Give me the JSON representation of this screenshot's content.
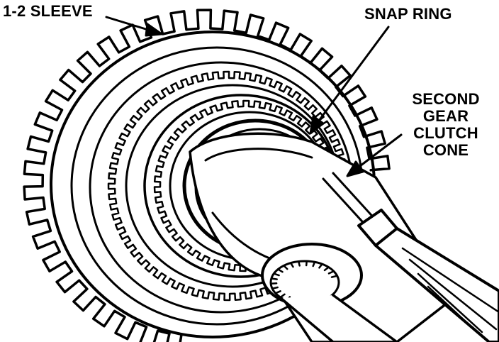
{
  "labels": {
    "sleeve": "1-2 SLEEVE",
    "snap_ring": "SNAP RING",
    "clutch_cone_lines": [
      "SECOND",
      "GEAR",
      "CLUTCH",
      "CONE"
    ]
  },
  "colors": {
    "ink": "#000000",
    "paper": "#ffffff"
  }
}
